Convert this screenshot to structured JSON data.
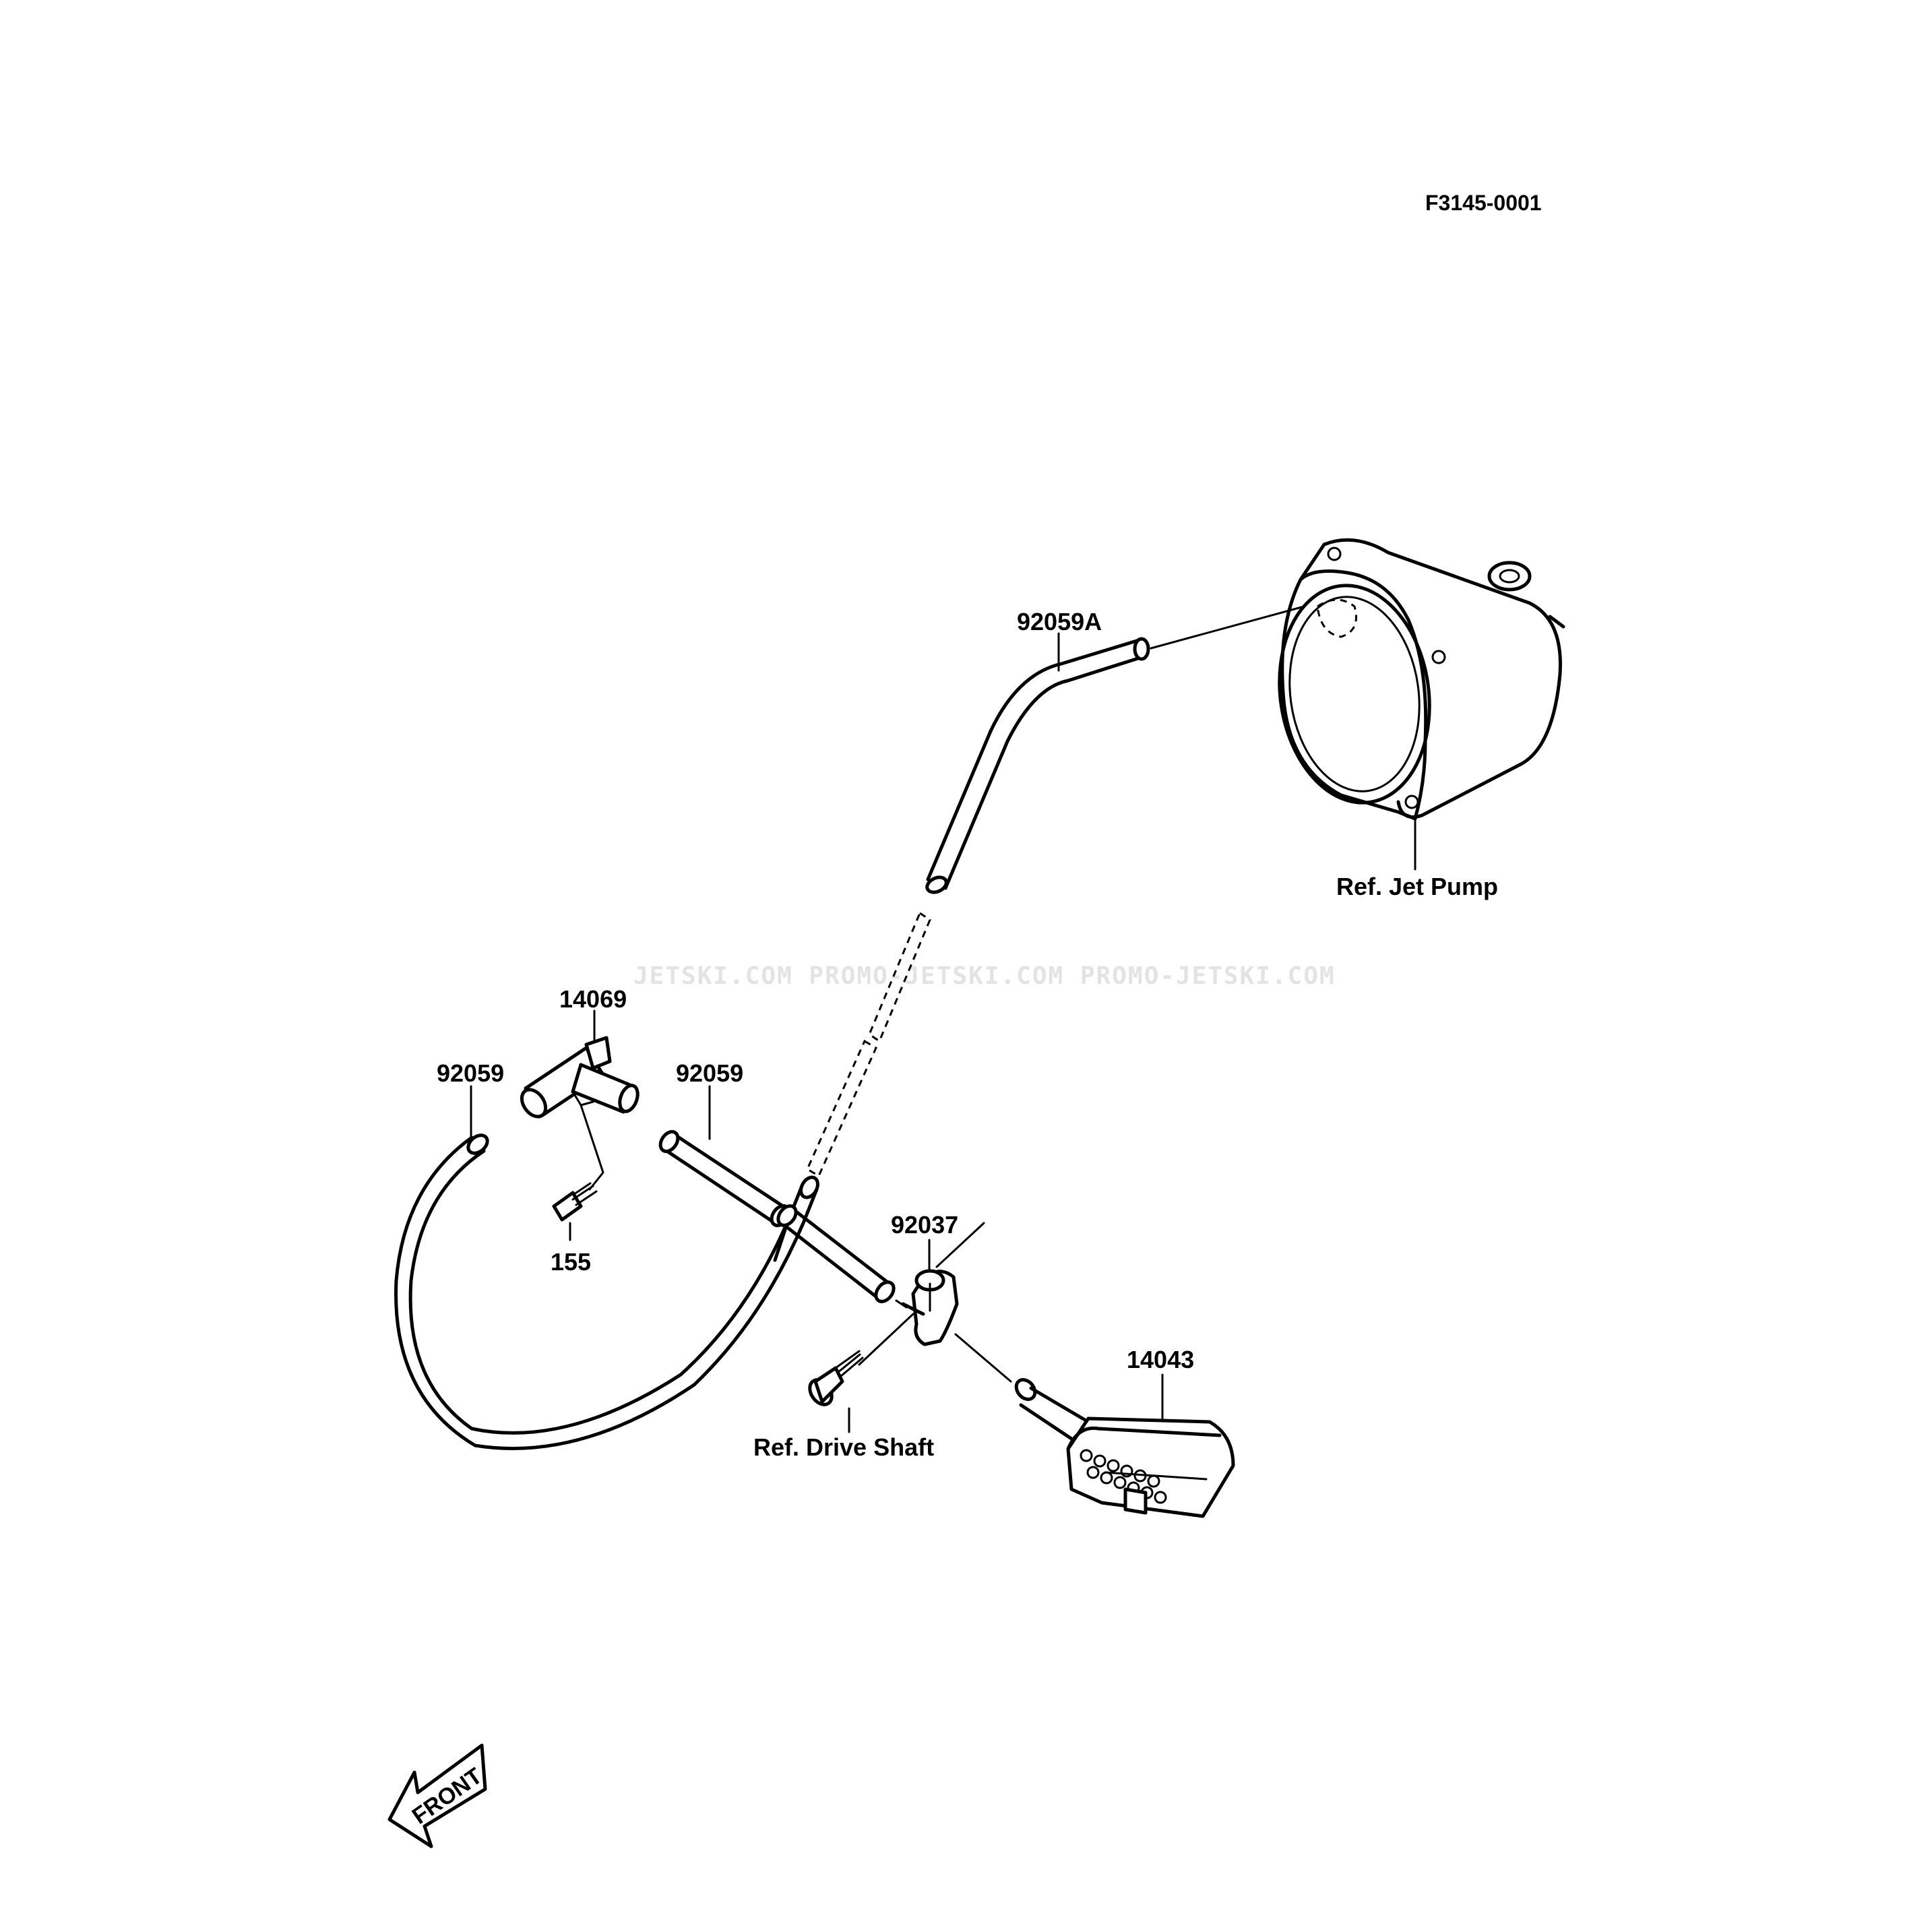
{
  "diagram": {
    "drawing_code": "F3145-0001",
    "watermark": "JETSKI.COM  PROMO-JETSKI.COM  PROMO-JETSKI.COM",
    "parts": [
      {
        "key": "hose_long",
        "number": "92059A"
      },
      {
        "key": "fitting",
        "number": "14069"
      },
      {
        "key": "hose_left",
        "number": "92059"
      },
      {
        "key": "hose_mid",
        "number": "92059"
      },
      {
        "key": "bolt",
        "number": "155"
      },
      {
        "key": "clamp",
        "number": "92037"
      },
      {
        "key": "filter",
        "number": "14043"
      }
    ],
    "references": {
      "jet_pump": "Ref. Jet Pump",
      "drive_shaft": "Ref. Drive Shaft"
    },
    "front_arrow": "FRONT"
  }
}
